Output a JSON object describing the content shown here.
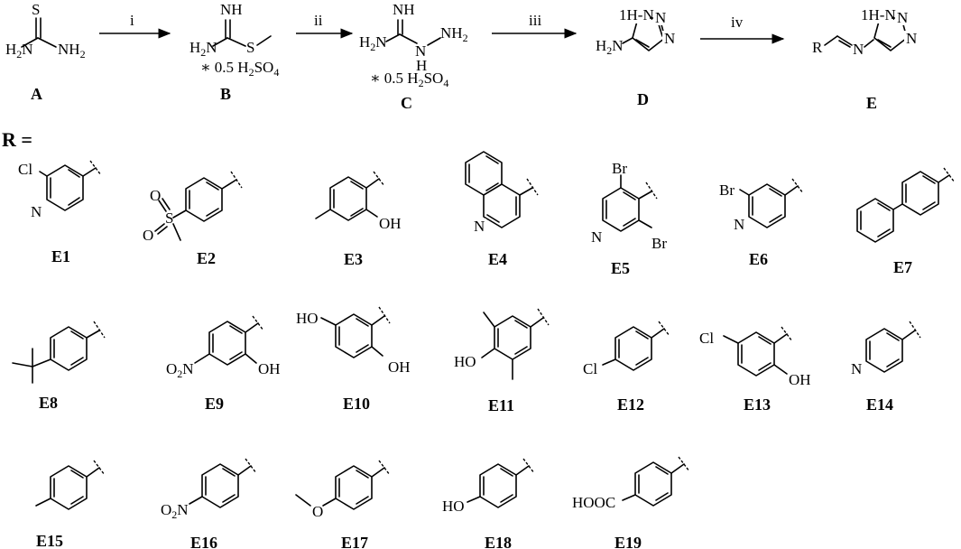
{
  "scheme": {
    "reagents": [
      "i",
      "ii",
      "iii",
      "iv"
    ],
    "compound_ids": [
      "A",
      "B",
      "C",
      "D",
      "E"
    ],
    "salt_label": "0.5 H2SO4",
    "r_header": "R ="
  },
  "atoms": {
    "S": "S",
    "NH": "NH",
    "H2N": "H2N",
    "NH2": "NH2",
    "N": "N",
    "H": "H",
    "HN_ring": "1H-N",
    "R": "R",
    "Cl": "Cl",
    "Br": "Br",
    "O": "O",
    "OH": "OH",
    "HO": "HO",
    "O2N": "O2N",
    "HOOC": "HOOC"
  },
  "substituents": [
    "E1",
    "E2",
    "E3",
    "E4",
    "E5",
    "E6",
    "E7",
    "E8",
    "E9",
    "E10",
    "E11",
    "E12",
    "E13",
    "E14",
    "E15",
    "E16",
    "E17",
    "E18",
    "E19"
  ]
}
